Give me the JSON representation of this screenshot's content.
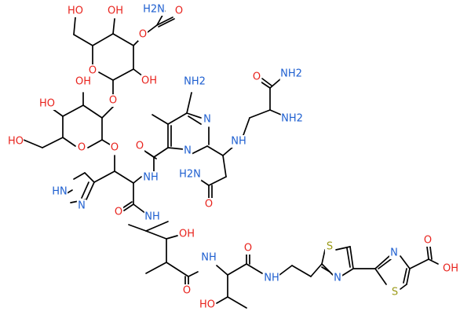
{
  "colors": {
    "O": "#e8231d",
    "N": "#1e5fd0",
    "S": "#9b9a18",
    "bond": "#000000"
  },
  "labels": {
    "ho_sugar1_ch2oh": "HO",
    "oh_sugar1_c4": "OH",
    "h2n_carbamoyl": "H2N",
    "o_carbamoyl_carbonyl": "O",
    "o_carbamoyl_ester": "O",
    "o_sugar1_ring": "O",
    "oh_sugar1_c2": "OH",
    "o_glycosidic_link": "O",
    "oh_sugar2_c3": "OH",
    "ho_sugar2_c4": "HO",
    "o_sugar2_ring": "O",
    "ho_sugar2_ch2oh": "HO",
    "o_sugar2_anomeric": "O",
    "nh2_pyrimidine": "NH2",
    "n_pyrimidine_1": "N",
    "n_pyrimidine_2": "N",
    "o_pyrimidine_amide": "O",
    "nh_pyrimidine_amide": "NH",
    "o_diamino_amide": "O",
    "nh2_diamino_amide": "NH2",
    "nh_sidechain": "NH",
    "nh2_sidechain": "NH2",
    "h2n_side_amide": "H2N",
    "o_side_amide": "O",
    "nh_imidazole": "HN",
    "n_imidazole": "N",
    "o_his_carbonyl": "O",
    "nh_his_amide": "NH",
    "oh_valerate": "OH",
    "o_valerate_carbonyl": "O",
    "nh_thr_amide": "NH",
    "o_thr_carbonyl": "O",
    "ho_thr": "HO",
    "nh_ethyl_amide": "NH",
    "s_thiazole_1": "S",
    "n_thiazole_1": "N",
    "n_thiazole_2": "N",
    "s_thiazole_2": "S",
    "o_acid_carbonyl": "O",
    "oh_acid": "OH"
  }
}
